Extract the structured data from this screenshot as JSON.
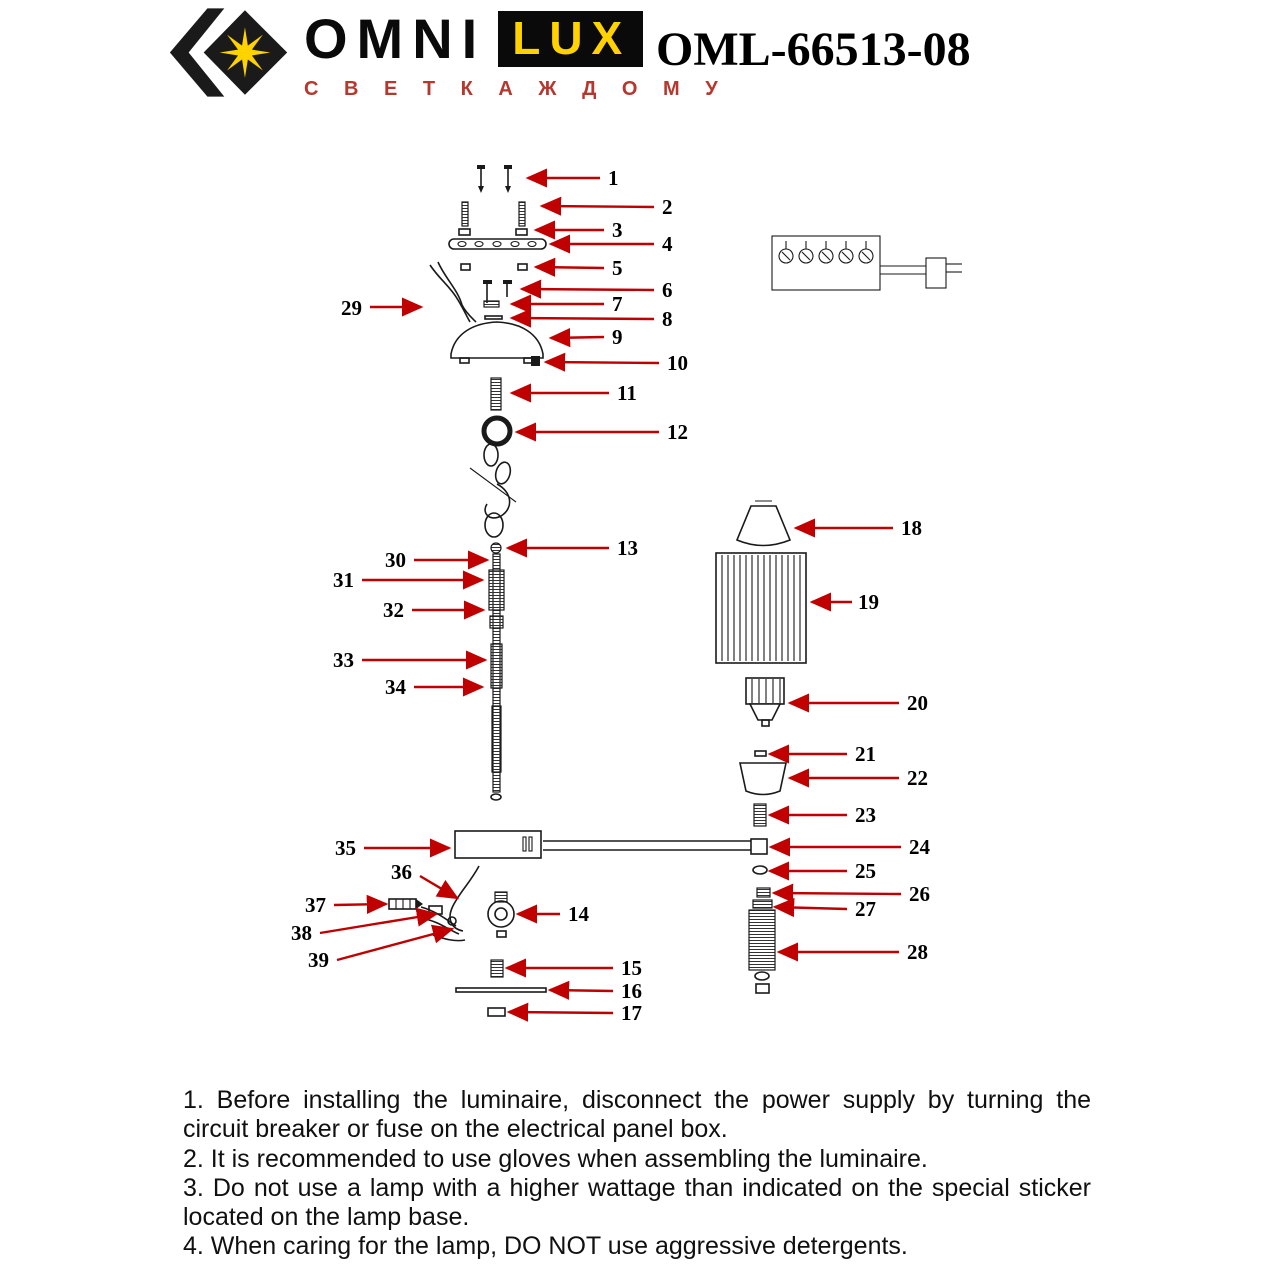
{
  "header": {
    "brand": "OMNI",
    "brand2": "LUX",
    "tagline": "С В Е Т   К А Ж Д О М У",
    "model": "OML-66513-08"
  },
  "colors": {
    "accent_red": "#c00000",
    "brand_yellow": "#ffd200",
    "tagline_red": "#b5382f"
  },
  "diagram": {
    "labels": [
      "1",
      "2",
      "3",
      "4",
      "5",
      "6",
      "7",
      "8",
      "9",
      "10",
      "11",
      "12",
      "13",
      "14",
      "15",
      "16",
      "17",
      "18",
      "19",
      "20",
      "21",
      "22",
      "23",
      "24",
      "25",
      "26",
      "27",
      "28",
      "29",
      "30",
      "31",
      "32",
      "33",
      "34",
      "35",
      "36",
      "37",
      "38",
      "39"
    ]
  },
  "instructions": [
    "1. Before installing the luminaire, disconnect the power supply by turning the circuit breaker or fuse on the electrical panel box.",
    "2. It is recommended to use gloves when assembling the luminaire.",
    "3. Do not use a lamp with a higher wattage than indicated on the special sticker located on the lamp base.",
    "4. When caring for the lamp, DO NOT use aggressive detergents."
  ]
}
